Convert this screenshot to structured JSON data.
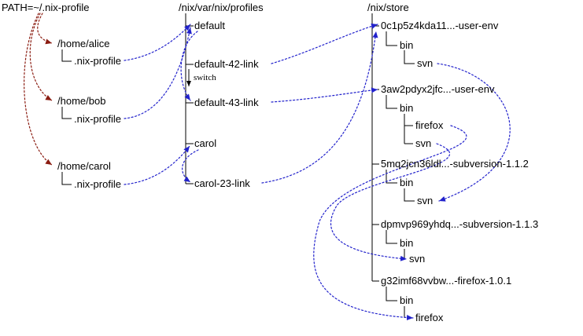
{
  "diagram": {
    "path_label": "PATH=~/.nix-profile",
    "switch_label": "switch"
  },
  "colors": {
    "symlink_arrow": "#2222cc",
    "path_arrow": "#8b1d12",
    "tree_line": "#000000",
    "background": "#ffffff",
    "text": "#000000"
  },
  "home_trees": [
    {
      "dir": "/home/alice",
      "child": ".nix-profile"
    },
    {
      "dir": "/home/bob",
      "child": ".nix-profile"
    },
    {
      "dir": "/home/carol",
      "child": ".nix-profile"
    }
  ],
  "profiles": {
    "root": "/nix/var/nix/profiles",
    "entries": [
      "default",
      "default-42-link",
      "default-43-link",
      "carol",
      "carol-23-link"
    ]
  },
  "store": {
    "root": "/nix/store",
    "packages": [
      {
        "name": "0c1p5z4kda11...-user-env",
        "bin": "bin",
        "files": [
          "svn"
        ]
      },
      {
        "name": "3aw2pdyx2jfc...-user-env",
        "bin": "bin",
        "files": [
          "firefox",
          "svn"
        ]
      },
      {
        "name": "5mq2jcn36ldl...-subversion-1.1.2",
        "bin": "bin",
        "files": [
          "svn"
        ]
      },
      {
        "name": "dpmvp969yhdq...-subversion-1.1.3",
        "bin": "bin",
        "files": [
          "svn"
        ]
      },
      {
        "name": "g32imf68vvbw...-firefox-1.0.1",
        "bin": "bin",
        "files": [
          "firefox"
        ]
      }
    ]
  },
  "links": [
    {
      "type": "path-ref",
      "from": "PATH=~/.nix-profile",
      "to": "/home/alice"
    },
    {
      "type": "path-ref",
      "from": "PATH=~/.nix-profile",
      "to": "/home/bob"
    },
    {
      "type": "path-ref",
      "from": "PATH=~/.nix-profile",
      "to": "/home/carol"
    },
    {
      "type": "symlink",
      "from": "/home/alice/.nix-profile",
      "to": "default"
    },
    {
      "type": "symlink",
      "from": "/home/bob/.nix-profile",
      "to": "default"
    },
    {
      "type": "symlink",
      "from": "/home/carol/.nix-profile",
      "to": "carol"
    },
    {
      "type": "symlink",
      "from": "default",
      "to": "default-43-link",
      "note": "switch"
    },
    {
      "type": "symlink",
      "from": "carol",
      "to": "carol-23-link"
    },
    {
      "type": "symlink",
      "from": "default-42-link",
      "to": "0c1p5z4kda11...-user-env"
    },
    {
      "type": "symlink",
      "from": "default-43-link",
      "to": "3aw2pdyx2jfc...-user-env"
    },
    {
      "type": "symlink",
      "from": "carol-23-link",
      "to": "0c1p5z4kda11...-user-env"
    },
    {
      "type": "symlink",
      "from": "0c1p5z4kda11...-user-env/bin/svn",
      "to": "5mq2jcn36ldl...-subversion-1.1.2/bin/svn"
    },
    {
      "type": "symlink",
      "from": "3aw2pdyx2jfc...-user-env/bin/firefox",
      "to": "g32imf68vvbw...-firefox-1.0.1/bin/firefox"
    },
    {
      "type": "symlink",
      "from": "3aw2pdyx2jfc...-user-env/bin/svn",
      "to": "dpmvp969yhdq...-subversion-1.1.3/bin/svn"
    }
  ]
}
